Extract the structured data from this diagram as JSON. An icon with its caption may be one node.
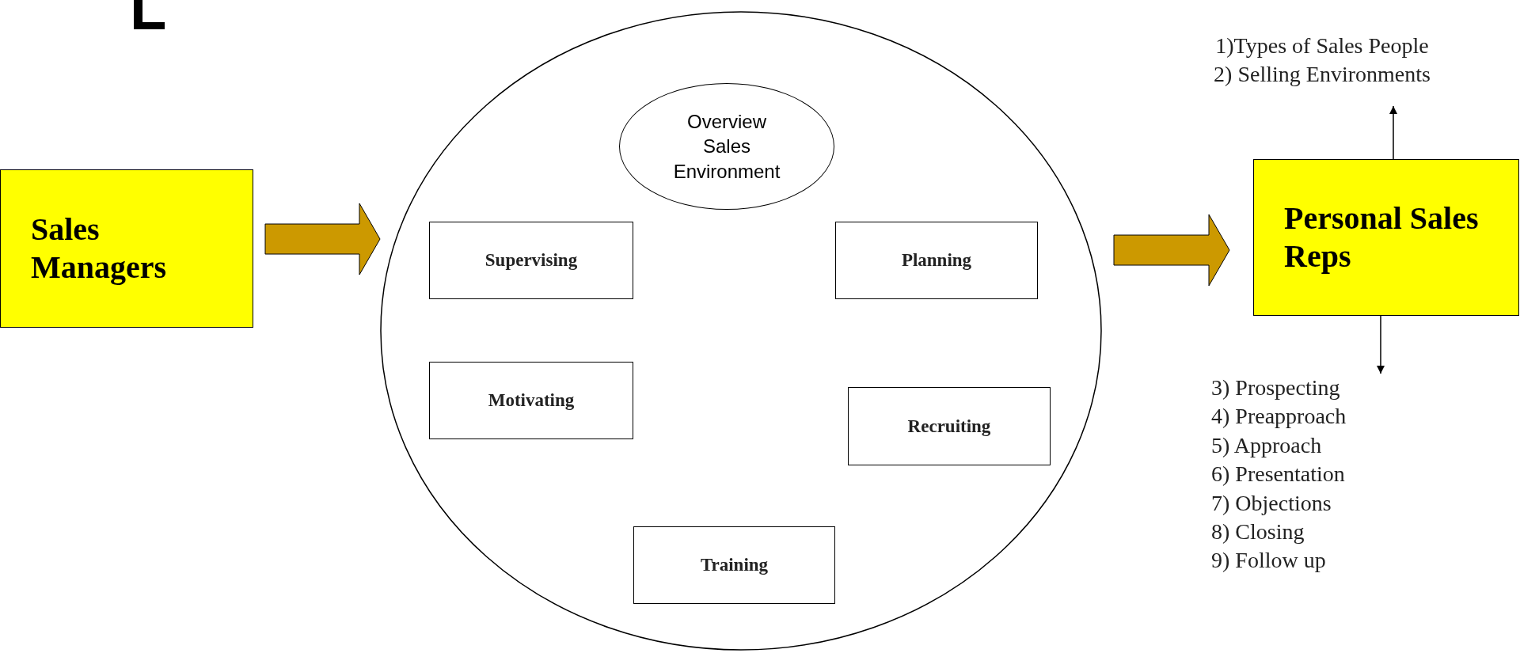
{
  "diagram": {
    "nodes": [
      {
        "text": [
          "Sales Managers"
        ]
      },
      {
        "text": [],
        "shape": "circle"
      },
      {
        "text": [
          "Overview Sales Environment"
        ],
        "in": 1
      },
      {
        "text": [
          "Supervising"
        ],
        "in": 1
      },
      {
        "text": [
          "Planning"
        ],
        "in": 1
      },
      {
        "text": [
          "Motivating"
        ],
        "in": 1
      },
      {
        "text": [
          "Recruiting"
        ],
        "in": 1
      },
      {
        "text": [
          "Training"
        ],
        "in": 1
      },
      {
        "text": [
          "Personal Sales Reps"
        ]
      },
      {
        "text": [
          "1)Types of Sales People",
          "2) Selling Environments"
        ]
      },
      {
        "text": [
          "3) Prospecting",
          "4) Preapproach",
          "5) Approach",
          "6) Presentation",
          "7) Objections",
          "8) Closing",
          "9) Follow up"
        ]
      }
    ],
    "edges": [
      {
        "from": 0,
        "to": 1,
        "arrow": "to",
        "style": "thick",
        "color": "#cc9900"
      },
      {
        "from": 1,
        "to": 8,
        "arrow": "to",
        "style": "thick",
        "color": "#cc9900"
      },
      {
        "from": 8,
        "to": 9,
        "arrow": "to"
      },
      {
        "from": 8,
        "to": 10,
        "arrow": "to"
      }
    ]
  }
}
